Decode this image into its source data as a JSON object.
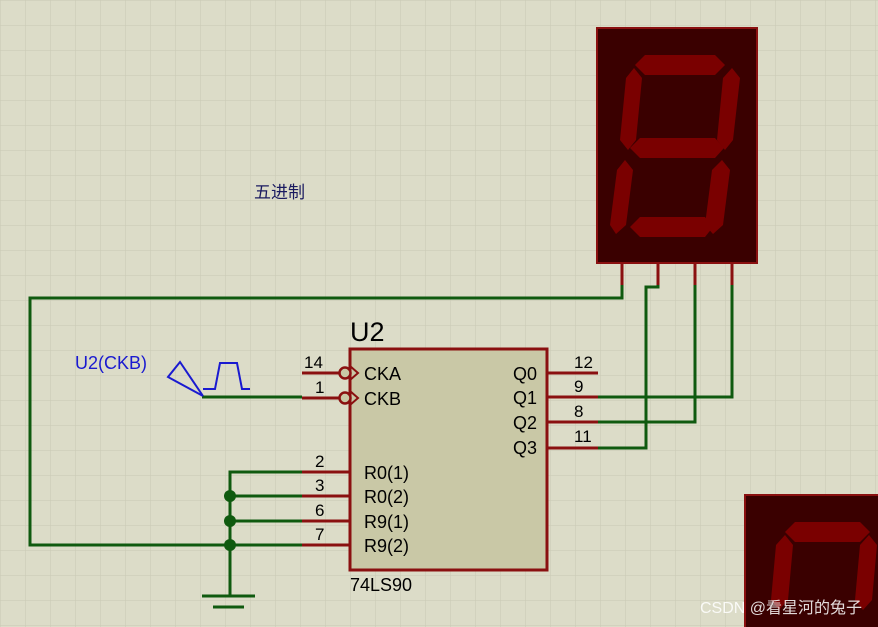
{
  "annotation": "五进制",
  "chip": {
    "ref": "U2",
    "part": "74LS90",
    "inputs": [
      {
        "pin": "14",
        "name": "CKA"
      },
      {
        "pin": "1",
        "name": "CKB"
      },
      {
        "pin": "2",
        "name": "R0(1)"
      },
      {
        "pin": "3",
        "name": "R0(2)"
      },
      {
        "pin": "6",
        "name": "R9(1)"
      },
      {
        "pin": "7",
        "name": "R9(2)"
      }
    ],
    "outputs": [
      {
        "pin": "12",
        "name": "Q0"
      },
      {
        "pin": "9",
        "name": "Q1"
      },
      {
        "pin": "8",
        "name": "Q2"
      },
      {
        "pin": "11",
        "name": "Q3"
      }
    ]
  },
  "clock_source": {
    "label": "U2(CKB)"
  },
  "watermark": "CSDN @看星河的兔子",
  "colors": {
    "background": "#dcdcc8",
    "grid": "#c9c9b4",
    "wire": "#0f5a0f",
    "chip_fill": "#c9c8a6",
    "chip_border": "#8a1010",
    "pin": "#8a1010",
    "display_body": "#3a0000",
    "display_segment_off": "#7a0000",
    "label_blue": "#1a1ad0",
    "text": "#000000"
  },
  "icons": [
    "clock-generator-icon",
    "ground-icon",
    "seven-segment-display-icon"
  ]
}
